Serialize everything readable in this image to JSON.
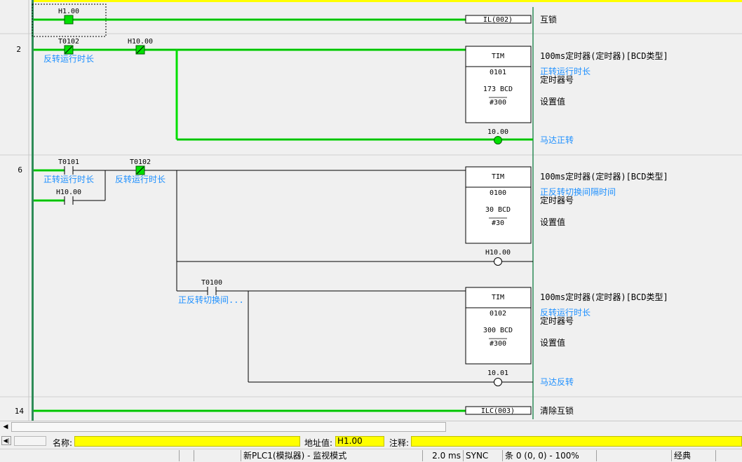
{
  "rungs": [
    {
      "number": "",
      "instruction": {
        "text": "IL(002)",
        "comment": "互锁"
      },
      "contacts": [
        {
          "address": "H1.00",
          "label": ""
        }
      ]
    },
    {
      "number": "2",
      "contacts": [
        {
          "address": "T0102",
          "label": "反转运行时长"
        },
        {
          "address": "H10.00",
          "label": ""
        }
      ],
      "timer": {
        "name": "TIM",
        "number": "0101",
        "set_value": "173 BCD",
        "set_value_const": "#300",
        "type_comment": "100ms定时器(定时器)[BCD类型]",
        "timer_comment": "正转运行时长",
        "number_label": "定时器号",
        "set_label": "设置值"
      },
      "coil": {
        "address": "10.00",
        "comment": "马达正转"
      }
    },
    {
      "number": "6",
      "contacts": [
        {
          "address": "T0101",
          "label": "正转运行时长"
        },
        {
          "address": "H10.00",
          "label": ""
        },
        {
          "address": "T0102",
          "label": "反转运行时长"
        },
        {
          "address": "T0100",
          "label": "正反转切换间..."
        }
      ],
      "timers": [
        {
          "name": "TIM",
          "number": "0100",
          "set_value": "30 BCD",
          "set_value_const": "#30",
          "type_comment": "100ms定时器(定时器)[BCD类型]",
          "timer_comment": "正反转切换间隔时间",
          "number_label": "定时器号",
          "set_label": "设置值"
        },
        {
          "name": "TIM",
          "number": "0102",
          "set_value": "300 BCD",
          "set_value_const": "#300",
          "type_comment": "100ms定时器(定时器)[BCD类型]",
          "timer_comment": "反转运行时长",
          "number_label": "定时器号",
          "set_label": "设置值"
        }
      ],
      "coils": [
        {
          "address": "H10.00",
          "comment": ""
        },
        {
          "address": "10.01",
          "comment": "马达反转"
        }
      ]
    },
    {
      "number": "14",
      "instruction": {
        "text": "ILC(003)",
        "comment": "清除互锁"
      }
    }
  ],
  "infobar": {
    "name_label": "名称:",
    "name_value": "",
    "address_label": "地址值:",
    "address_value": "H1.00",
    "comment_label": "注释:",
    "comment_value": "",
    "nav_icon": "step-back-icon"
  },
  "statusbar": {
    "plc_mode": "新PLC1(模拟器) - 监视模式",
    "cycle_time": "2.0 ms",
    "sync": "SYNC",
    "position": "条 0 (0, 0)  - 100%",
    "style": "经典"
  },
  "colors": {
    "power_flow": "#00e000",
    "rail": "#2e8b57",
    "accent_label": "#1e90ff",
    "highlight": "#ffff00"
  }
}
